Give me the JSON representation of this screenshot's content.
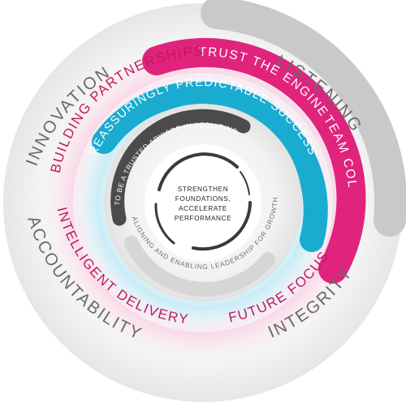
{
  "outer_ring": {
    "innovation": "INNOVATION",
    "listening": "LISTENING",
    "accountability": "ACCOUNTABILITY",
    "integrity": "INTEGRITY"
  },
  "magenta_ring": {
    "trust_the_engine": "TRUST THE ENGINE",
    "building_partnerships": "BUILDING PARTNERSHIPS",
    "team_collingwood": "TEAM COLLINGWOOD",
    "intelligent_delivery": "INTELLIGENT DELIVERY",
    "future_focus": "FUTURE FOCUS"
  },
  "blue_ring": {
    "reassuringly_predictable_success": "REASSURINGLY PREDICTABLE SUCCESS"
  },
  "grey_ring": {
    "trusted_advisor": "TO BE A TRUSTED ADVISOR IN ACQUIRING,",
    "aligning_leadership": "ALIGNING AND ENABLING LEADERSHIP FOR GROWTH"
  },
  "center": {
    "line1": "STRENGTHEN",
    "line2": "FOUNDATIONS,",
    "line3": "ACCELERATE",
    "line4": "PERFORMANCE"
  },
  "colors": {
    "magenta": "#e0237d",
    "cyan": "#1aabd0",
    "dark_grey": "#4a4a4a",
    "light_grey": "#cfcfcf"
  }
}
